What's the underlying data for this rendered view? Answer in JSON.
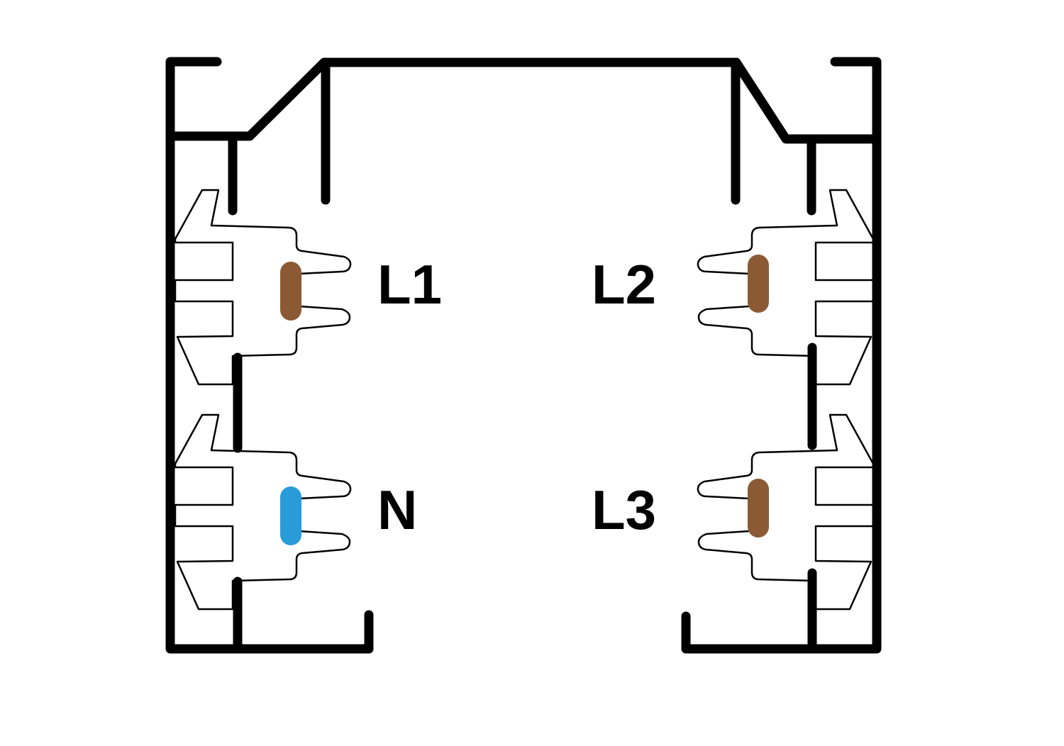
{
  "colors": {
    "profile": "#000000",
    "phase": "#8B5A35",
    "neutral": "#2A9BD9",
    "background": "#FFFFFF"
  },
  "conductors": [
    {
      "id": "L1",
      "label": "L1",
      "color_role": "phase"
    },
    {
      "id": "L2",
      "label": "L2",
      "color_role": "phase"
    },
    {
      "id": "N",
      "label": "N",
      "color_role": "neutral"
    },
    {
      "id": "L3",
      "label": "L3",
      "color_role": "phase"
    }
  ]
}
